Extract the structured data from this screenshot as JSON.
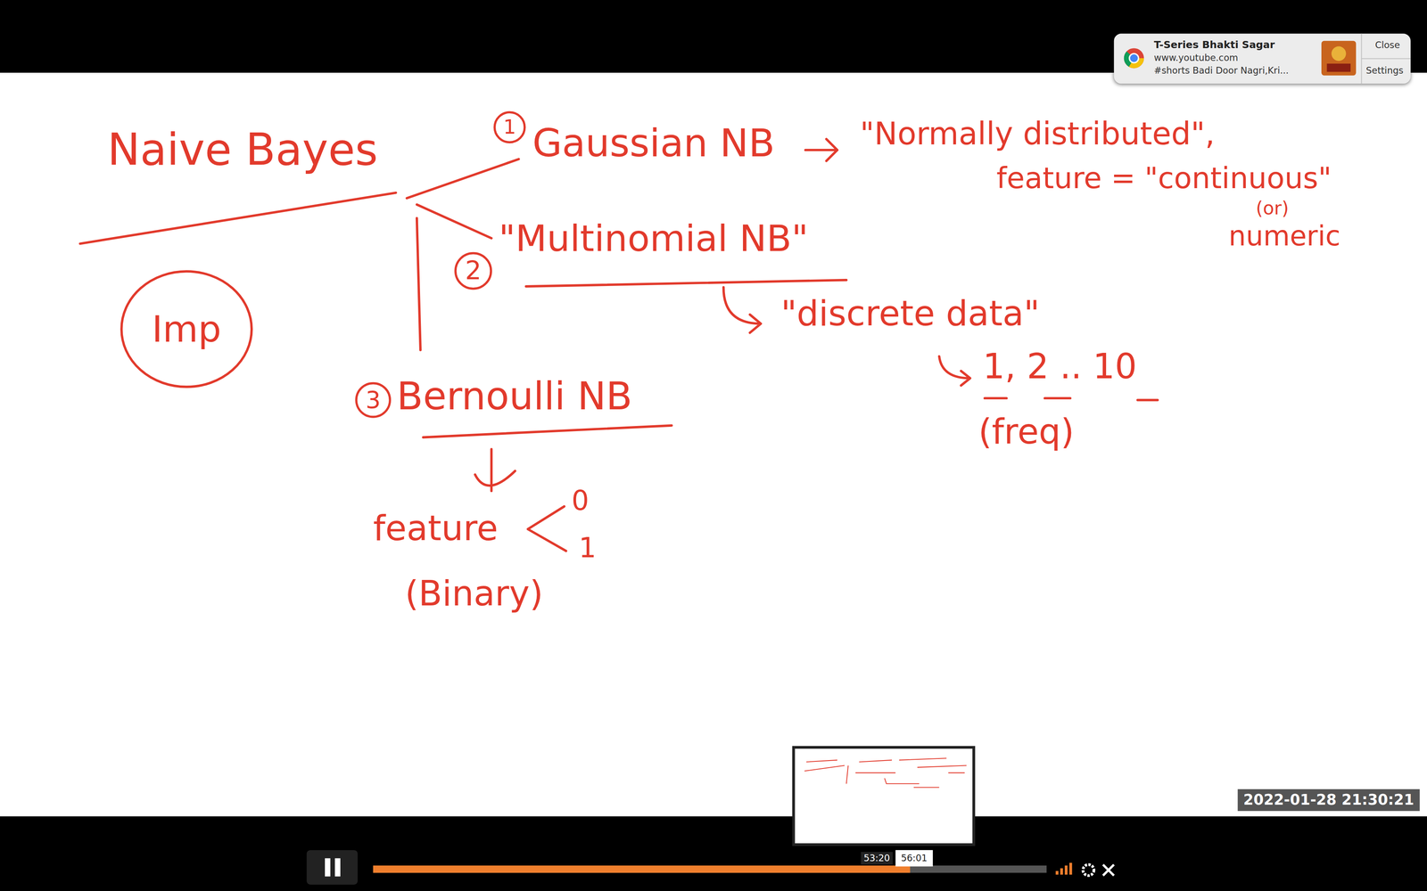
{
  "diagram": {
    "title": "Naive Bayes",
    "nodes": [
      {
        "text": [
          "T-Series Bhakti Sagar",
          "www.youtube.com",
          "#shorts Badi Door Nagri,Kri...",
          "Close",
          "Settings"
        ]
      },
      {
        "text": [
          "1"
        ]
      },
      {
        "text": [
          "2"
        ]
      },
      {
        "text": [
          "Imp"
        ]
      },
      {
        "text": [
          "3"
        ]
      },
      {
        "text": [
          "2022-01-28 21:30:21"
        ]
      },
      {
        "text": [
          "56:01"
        ]
      }
    ],
    "labels": [
      "Gaussian NB",
      "\"Normally distributed\",",
      "feature = \"continuous\"",
      "(or)",
      "numeric",
      "\"Multinomial NB\"",
      "\"discrete data\"",
      "1, 2 .. 10",
      "(freq)",
      "Bernoulli NB",
      "feature",
      "0",
      "1",
      "(Binary)",
      "53:20"
    ]
  }
}
